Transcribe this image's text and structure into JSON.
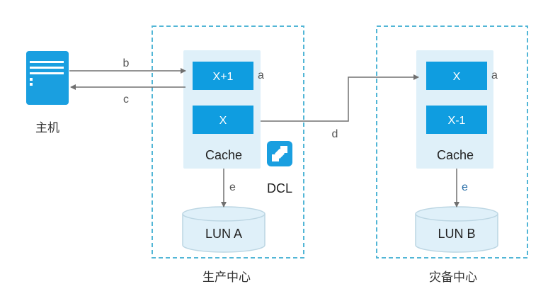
{
  "host": {
    "label": "主机",
    "icon": "server-icon"
  },
  "production_site": {
    "label": "生产中心",
    "cache_blocks": [
      "X+1",
      "X"
    ],
    "cache_label": "Cache",
    "lun": "LUN A",
    "dcl_label": "DCL",
    "dcl_icon": "dcl-logo-icon"
  },
  "dr_site": {
    "label": "灾备中心",
    "cache_blocks": [
      "X",
      "X-1"
    ],
    "cache_label": "Cache",
    "lun": "LUN B"
  },
  "edges": {
    "b": "b",
    "c": "c",
    "d": "d",
    "a_prod": "a",
    "a_dr": "a",
    "e_prod": "e",
    "e_dr": "e"
  },
  "colors": {
    "site_border": "#52b6d6",
    "cache_bg": "#dff0f9",
    "block": "#0f9de0",
    "lun_fill": "#dff0f9",
    "lun_stroke": "#bcd6e3",
    "arrow": "#707070"
  }
}
